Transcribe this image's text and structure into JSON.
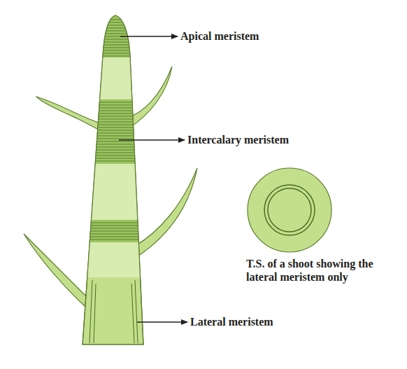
{
  "diagram": {
    "labels": [
      "Apical meristem",
      "Intercalary meristem",
      "T.S. of a shoot showing the lateral meristem only",
      "Lateral meristem"
    ]
  }
}
